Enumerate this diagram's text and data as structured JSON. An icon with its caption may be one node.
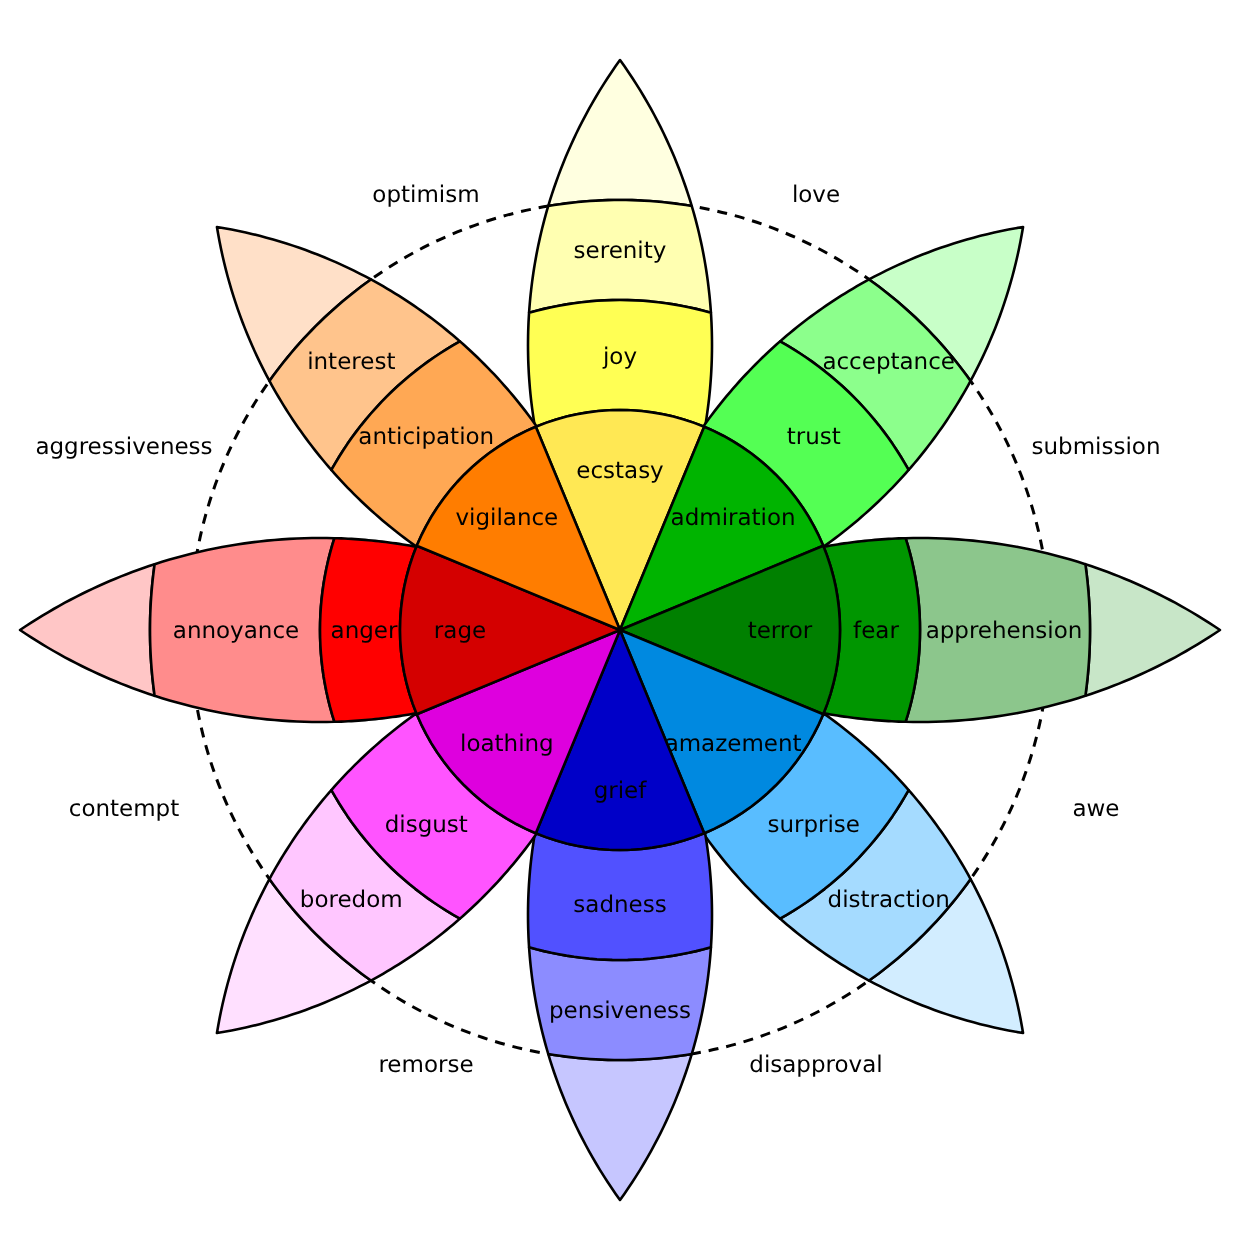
{
  "diagram": {
    "nodes": [
      {
        "text": [
          "ecstasy"
        ]
      },
      {
        "text": [
          "joy"
        ]
      },
      {
        "text": [
          "serenity"
        ]
      },
      {
        "text": [],
        "shape": "petal"
      },
      {
        "text": [
          "admiration"
        ]
      },
      {
        "text": [
          "trust"
        ]
      },
      {
        "text": [
          "acceptance"
        ]
      },
      {
        "text": [],
        "shape": "petal"
      },
      {
        "text": [
          "terror"
        ]
      },
      {
        "text": [
          "fear"
        ]
      },
      {
        "text": [
          "apprehension"
        ]
      },
      {
        "text": [],
        "shape": "petal"
      },
      {
        "text": [
          "amazement"
        ]
      },
      {
        "text": [
          "surprise"
        ]
      },
      {
        "text": [
          "distraction"
        ]
      },
      {
        "text": [],
        "shape": "petal"
      },
      {
        "text": [
          "grief"
        ]
      },
      {
        "text": [
          "sadness"
        ]
      },
      {
        "text": [
          "pensiveness"
        ]
      },
      {
        "text": [],
        "shape": "petal"
      },
      {
        "text": [
          "loathing"
        ]
      },
      {
        "text": [
          "disgust"
        ]
      },
      {
        "text": [
          "boredom"
        ]
      },
      {
        "text": [],
        "shape": "petal"
      },
      {
        "text": [
          "rage"
        ]
      },
      {
        "text": [
          "anger"
        ]
      },
      {
        "text": [
          "annoyance"
        ]
      },
      {
        "text": [],
        "shape": "petal"
      },
      {
        "text": [
          "vigilance"
        ]
      },
      {
        "text": [
          "anticipation"
        ]
      },
      {
        "text": [
          "interest"
        ]
      },
      {
        "text": [],
        "shape": "petal"
      }
    ],
    "labels": [
      "optimism",
      "love",
      "aggressiveness",
      "submission",
      "contempt",
      "awe",
      "remorse",
      "disapproval"
    ]
  }
}
